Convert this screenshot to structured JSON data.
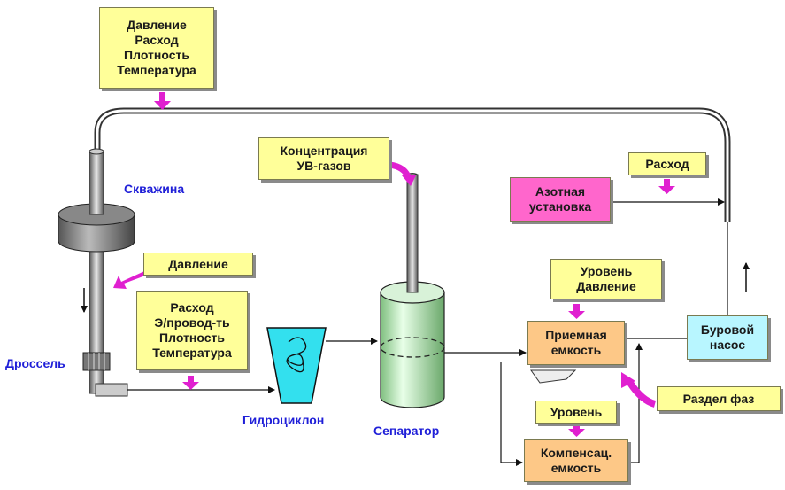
{
  "sensor_boxes": {
    "wellhead_params": [
      "Давление",
      "Расход",
      "Плотность",
      "Температура"
    ],
    "choke_pressure": [
      "Давление"
    ],
    "return_line_params": [
      "Расход",
      "Э/провод-ть",
      "Плотность",
      "Температура"
    ],
    "gas_concentration": [
      "Концентрация",
      "УВ-газов"
    ],
    "nitrogen_flow": [
      "Расход"
    ],
    "receiving_tank_params": [
      "Уровень",
      "Давление"
    ],
    "compensation_tank_level": [
      "Уровень"
    ],
    "phase_separation": [
      "Раздел фаз"
    ]
  },
  "equipment": {
    "nitrogen_unit": [
      "Азотная",
      "установка"
    ],
    "receiving_tank": [
      "Приемная",
      "емкость"
    ],
    "compensation_tank": [
      "Компенсац.",
      "емкость"
    ],
    "mud_pump": [
      "Буровой",
      "насос"
    ]
  },
  "labels": {
    "well": "Скважина",
    "choke": "Дроссель",
    "hydrocyclone": "Гидроциклон",
    "separator": "Сепаратор"
  },
  "colors": {
    "sensor_box": "#ffff99",
    "nitrogen_box": "#ff66cc",
    "tank_box": "#fdc887",
    "pump_box": "#b8f6ff",
    "signal_arrow": "#e020d0",
    "label_blue": "#1f1fd8"
  }
}
